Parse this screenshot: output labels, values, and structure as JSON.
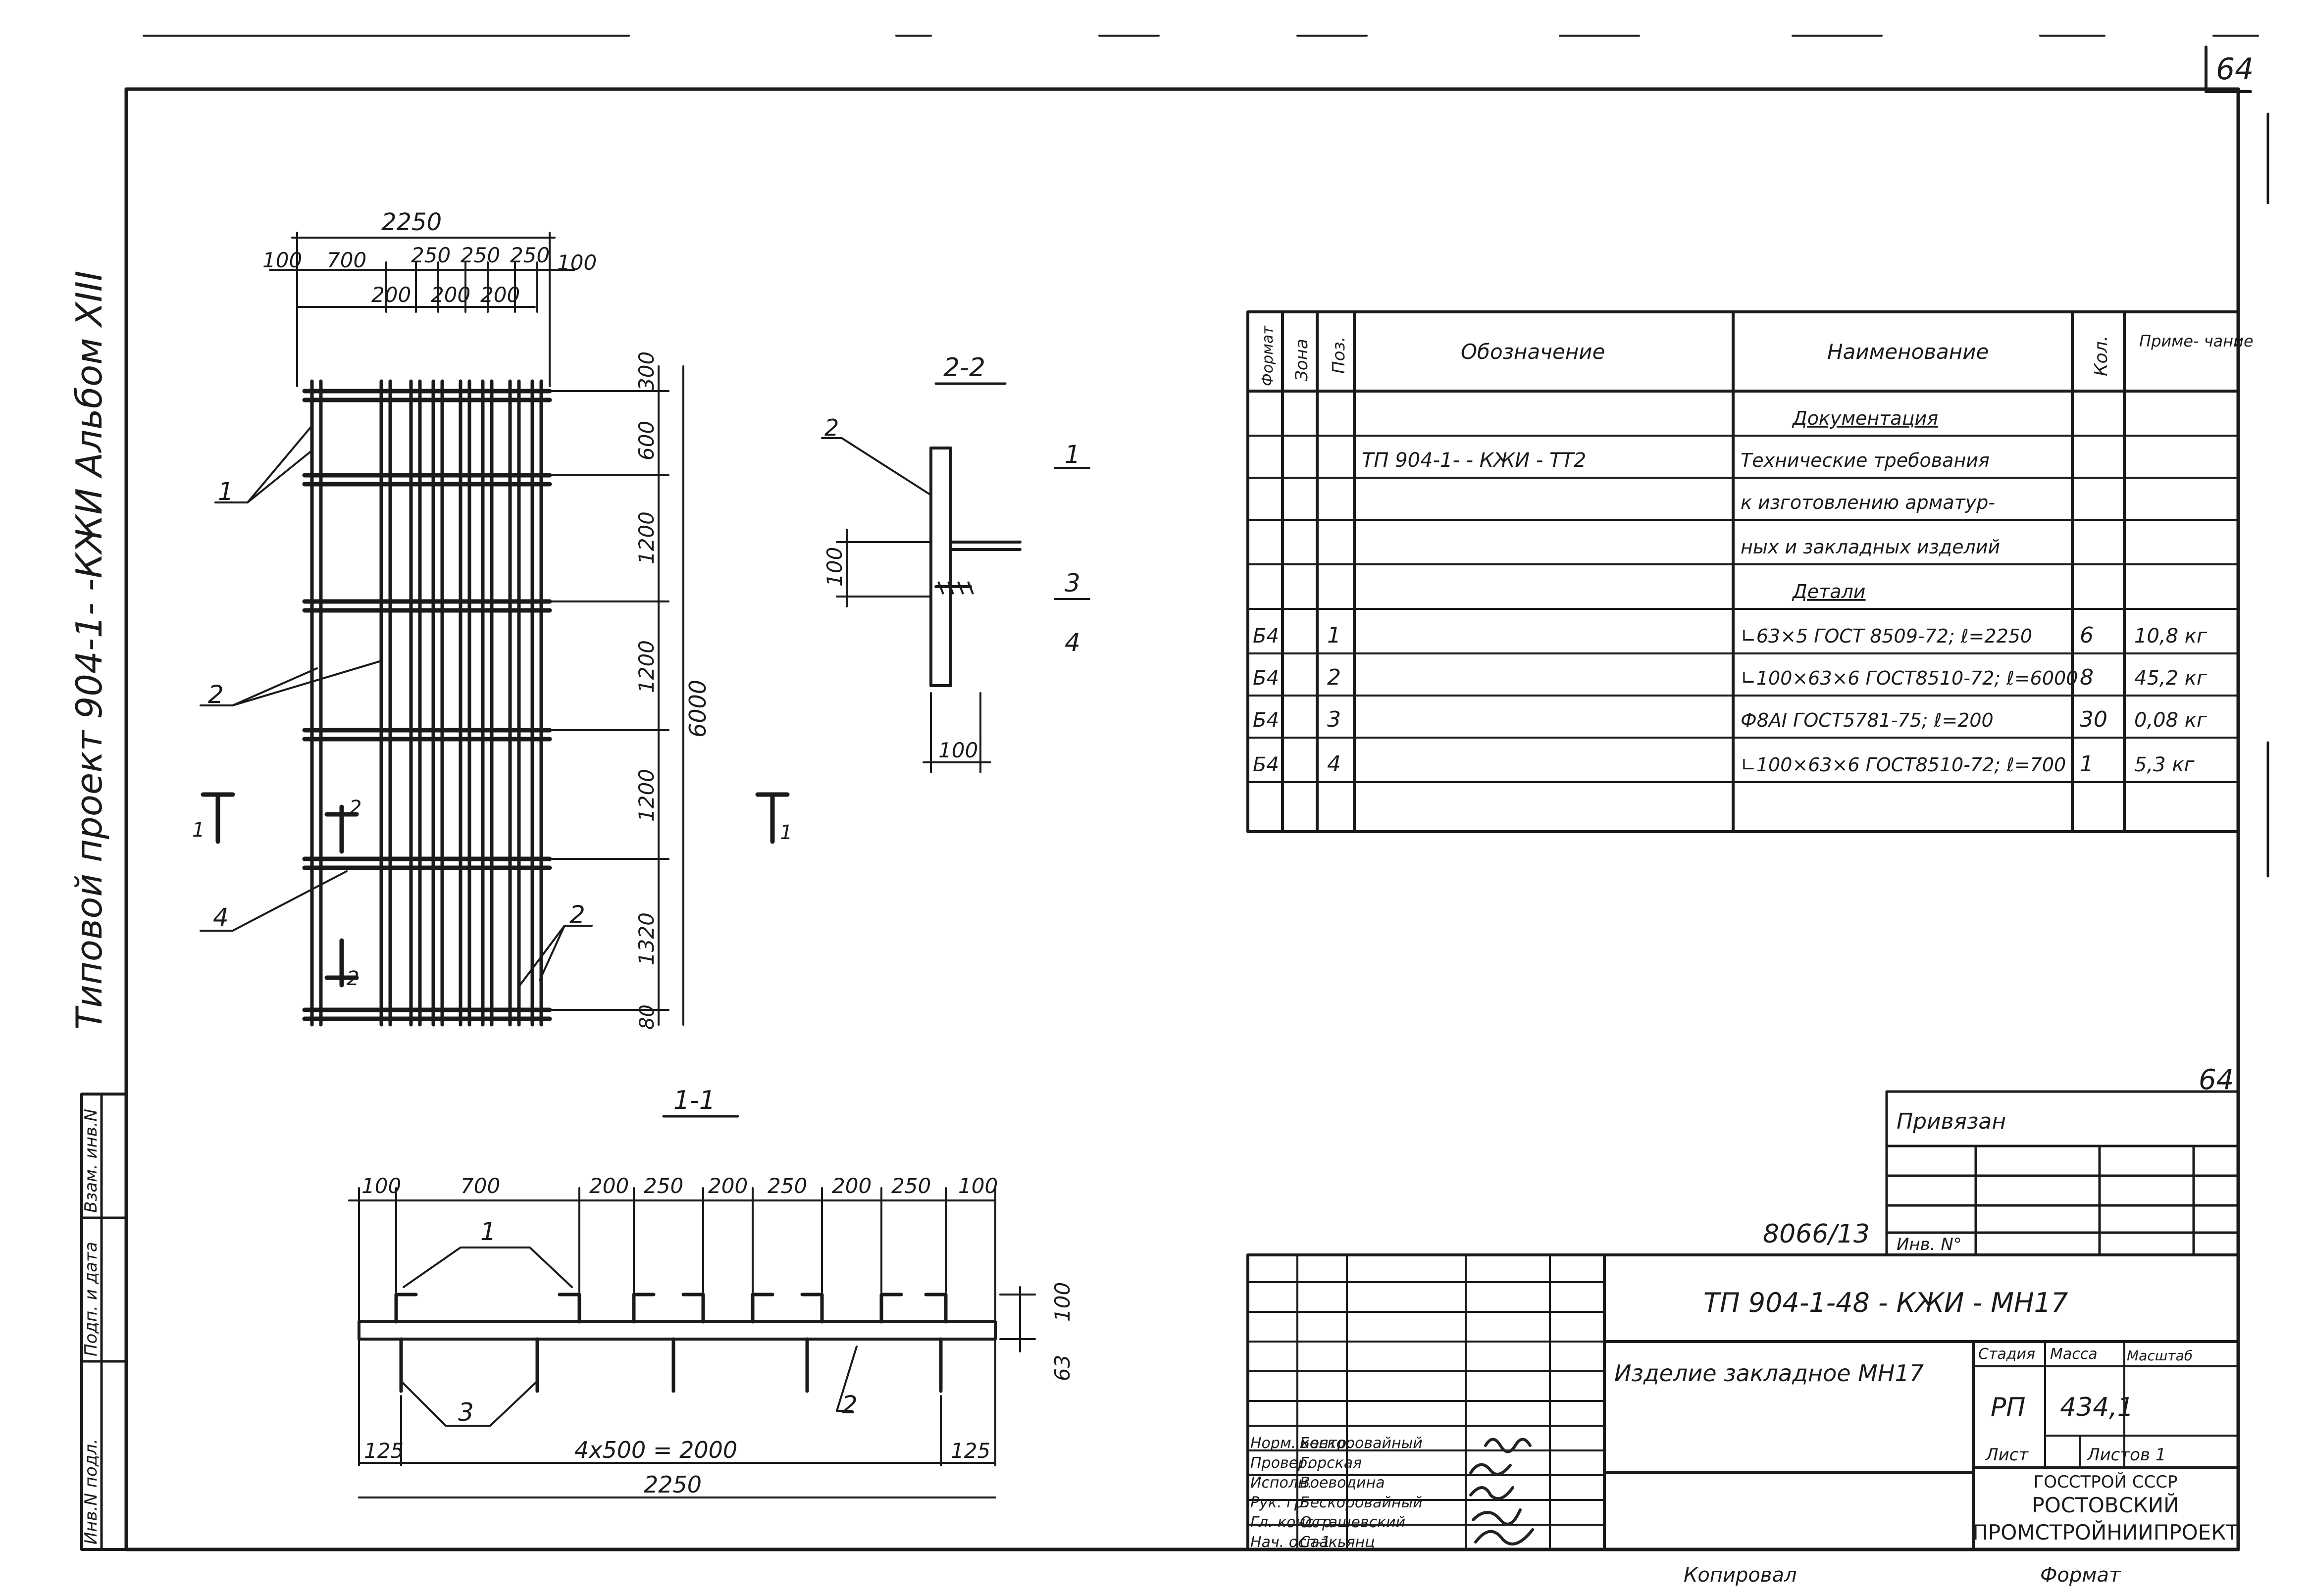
{
  "sheet": {
    "page_number": "64",
    "page_number_lower": "64",
    "side_title": "Типовой проект 904-1- -КЖИ Альбом XIII",
    "copied": "Копировал",
    "format": "Формат"
  },
  "side_stamp": [
    "Инв.N подл.",
    "Подп. и дата",
    "Взам. инв.N"
  ],
  "plan": {
    "dims_top": [
      "2250",
      "100",
      "700",
      "250",
      "250",
      "250",
      "100",
      "200",
      "200",
      "200"
    ],
    "dims_right": [
      "300",
      "600",
      "1200",
      "1200",
      "1200",
      "1320",
      "80",
      "6000"
    ],
    "callouts": [
      "1",
      "2",
      "4",
      "2"
    ],
    "section_marks": [
      "1",
      "1",
      "2",
      "2"
    ]
  },
  "section_11": {
    "title": "1-1",
    "dims_top": [
      "100",
      "700",
      "200",
      "250",
      "200",
      "250",
      "200",
      "250",
      "100"
    ],
    "dims_bottom": [
      "125",
      "4x500 = 2000",
      "125",
      "2250"
    ],
    "dims_right": [
      "100",
      "63"
    ],
    "callouts": [
      "1",
      "3",
      "2"
    ]
  },
  "section_22": {
    "title": "2-2",
    "callouts": [
      "2",
      "1",
      "3",
      "4"
    ],
    "dims": [
      "100",
      "100"
    ]
  },
  "spec": {
    "headers": [
      "Формат",
      "Зона",
      "Поз.",
      "Обозначение",
      "Наименование",
      "Кол.",
      "Приме- чание"
    ],
    "rows": [
      {
        "fmt": "",
        "zone": "",
        "pos": "",
        "code": "",
        "name": "Документация",
        "qty": "",
        "note": "",
        "underline": true
      },
      {
        "fmt": "",
        "zone": "",
        "pos": "",
        "code": "ТП 904-1-     - КЖИ - ТТ2",
        "name": "Технические требования",
        "qty": "",
        "note": ""
      },
      {
        "fmt": "",
        "zone": "",
        "pos": "",
        "code": "",
        "name": "к изготовлению арматур-",
        "qty": "",
        "note": ""
      },
      {
        "fmt": "",
        "zone": "",
        "pos": "",
        "code": "",
        "name": "ных и закладных изделий",
        "qty": "",
        "note": ""
      },
      {
        "fmt": "",
        "zone": "",
        "pos": "",
        "code": "",
        "name": "Детали",
        "qty": "",
        "note": "",
        "underline": true
      },
      {
        "fmt": "Б4",
        "zone": "",
        "pos": "1",
        "code": "",
        "name": "∟63×5 ГОСТ 8509-72; ℓ=2250",
        "qty": "6",
        "note": "10,8 кг"
      },
      {
        "fmt": "Б4",
        "zone": "",
        "pos": "2",
        "code": "",
        "name": "∟100×63×6 ГОСТ8510-72; ℓ=6000",
        "qty": "8",
        "note": "45,2 кг"
      },
      {
        "fmt": "Б4",
        "zone": "",
        "pos": "3",
        "code": "",
        "name": "Ф8АI ГОСТ5781-75; ℓ=200",
        "qty": "30",
        "note": "0,08 кг"
      },
      {
        "fmt": "Б4",
        "zone": "",
        "pos": "4",
        "code": "",
        "name": "∟100×63×6 ГОСТ8510-72; ℓ=700",
        "qty": "1",
        "note": "5,3 кг"
      },
      {
        "fmt": "",
        "zone": "",
        "pos": "",
        "code": "",
        "name": "",
        "qty": "",
        "note": ""
      }
    ]
  },
  "binding": {
    "title": "Привязан",
    "inv_label": "Инв. N°",
    "number": "8066/13"
  },
  "title_block": {
    "designation": "ТП 904-1-48  - КЖИ - МН17",
    "name": "Изделие закладное МН17",
    "stage_label": "Стадия",
    "mass_label": "Масса",
    "scale_label": "Масштаб",
    "stage": "РП",
    "mass": "434,1",
    "sheet_label": "Лист",
    "sheets_label": "Листов 1",
    "org": [
      "ГОССТРОЙ СССР",
      "РОСТОВСКИЙ",
      "ПРОМСТРОЙНИИПРОЕКТ"
    ],
    "signers": [
      {
        "role": "Норм. контр.",
        "name": "Бескоровайный"
      },
      {
        "role": "Провер.",
        "name": "Горская"
      },
      {
        "role": "Исполн.",
        "name": "Воеводина"
      },
      {
        "role": "Рук. гр.",
        "name": "Бескоровайный"
      },
      {
        "role": "Гл. констр.",
        "name": "Осташевский"
      },
      {
        "role": "Нач. осп-1",
        "name": "Саакьянц"
      }
    ]
  }
}
